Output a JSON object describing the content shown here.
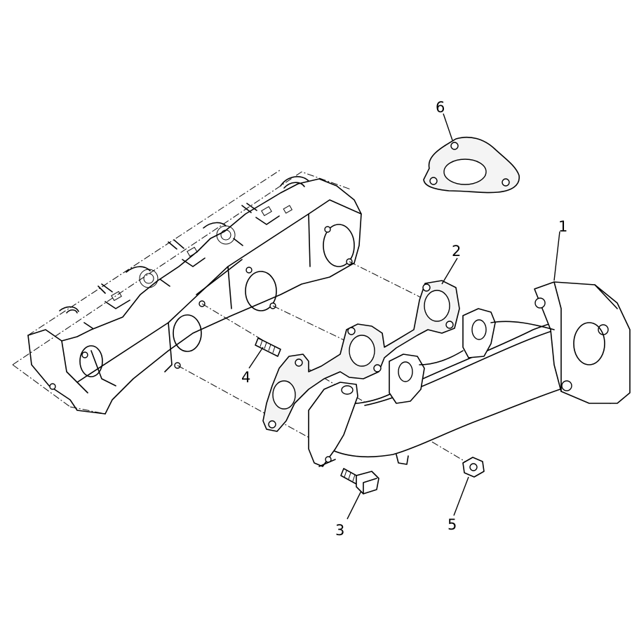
{
  "diagram": {
    "callouts": [
      {
        "id": "callout-1",
        "label": "1"
      },
      {
        "id": "callout-2",
        "label": "2"
      },
      {
        "id": "callout-3",
        "label": "3"
      },
      {
        "id": "callout-4",
        "label": "4"
      },
      {
        "id": "callout-5",
        "label": "5"
      },
      {
        "id": "callout-6",
        "label": "6"
      }
    ],
    "parts": [
      {
        "label": "1",
        "name": "exhaust-manifold"
      },
      {
        "label": "2",
        "name": "manifold-gasket"
      },
      {
        "label": "3",
        "name": "bolt"
      },
      {
        "label": "4",
        "name": "stud"
      },
      {
        "label": "5",
        "name": "nut"
      },
      {
        "label": "6",
        "name": "flange-gasket"
      }
    ],
    "colors": {
      "line": "#000000",
      "background": "#ffffff"
    }
  }
}
